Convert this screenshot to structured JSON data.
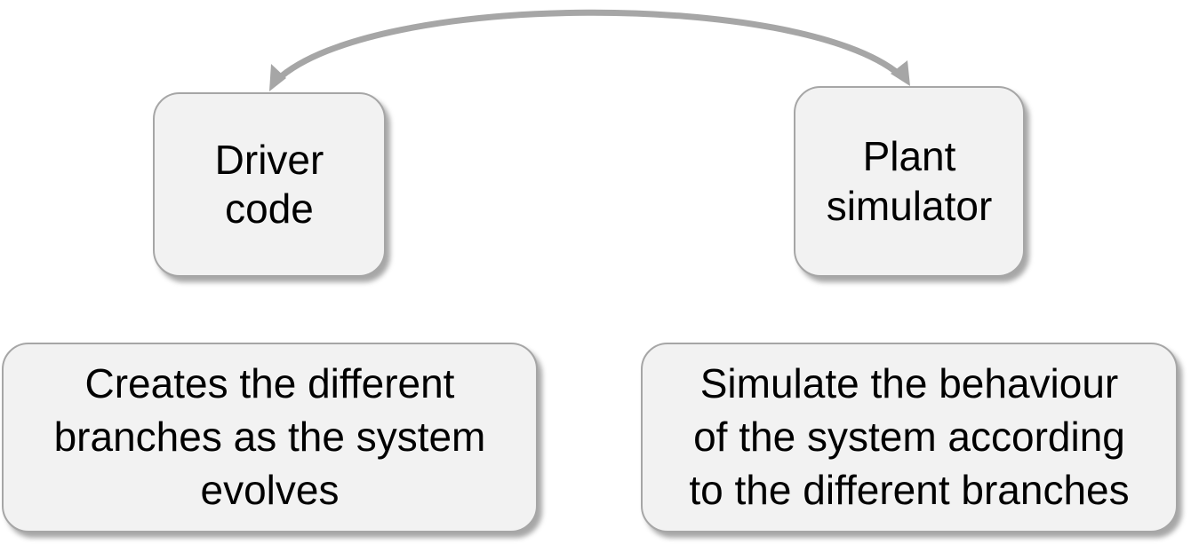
{
  "diagram": {
    "nodes": [
      {
        "id": "driver",
        "label": "Driver\ncode"
      },
      {
        "id": "plant",
        "label": "Plant\nsimulator"
      }
    ],
    "descriptions": [
      {
        "for": "driver",
        "text": "Creates the different\nbranches as the system\nevolves"
      },
      {
        "for": "plant",
        "text": "Simulate the behaviour\nof the system according\nto the different branches"
      }
    ],
    "edges": [
      {
        "from": "driver",
        "to": "plant",
        "type": "bidirectional-curved-arrow"
      }
    ],
    "colors": {
      "node_fill": "#f2f2f2",
      "node_border": "#a6a6a6",
      "arrow": "#a6a6a6",
      "text": "#000000"
    }
  }
}
